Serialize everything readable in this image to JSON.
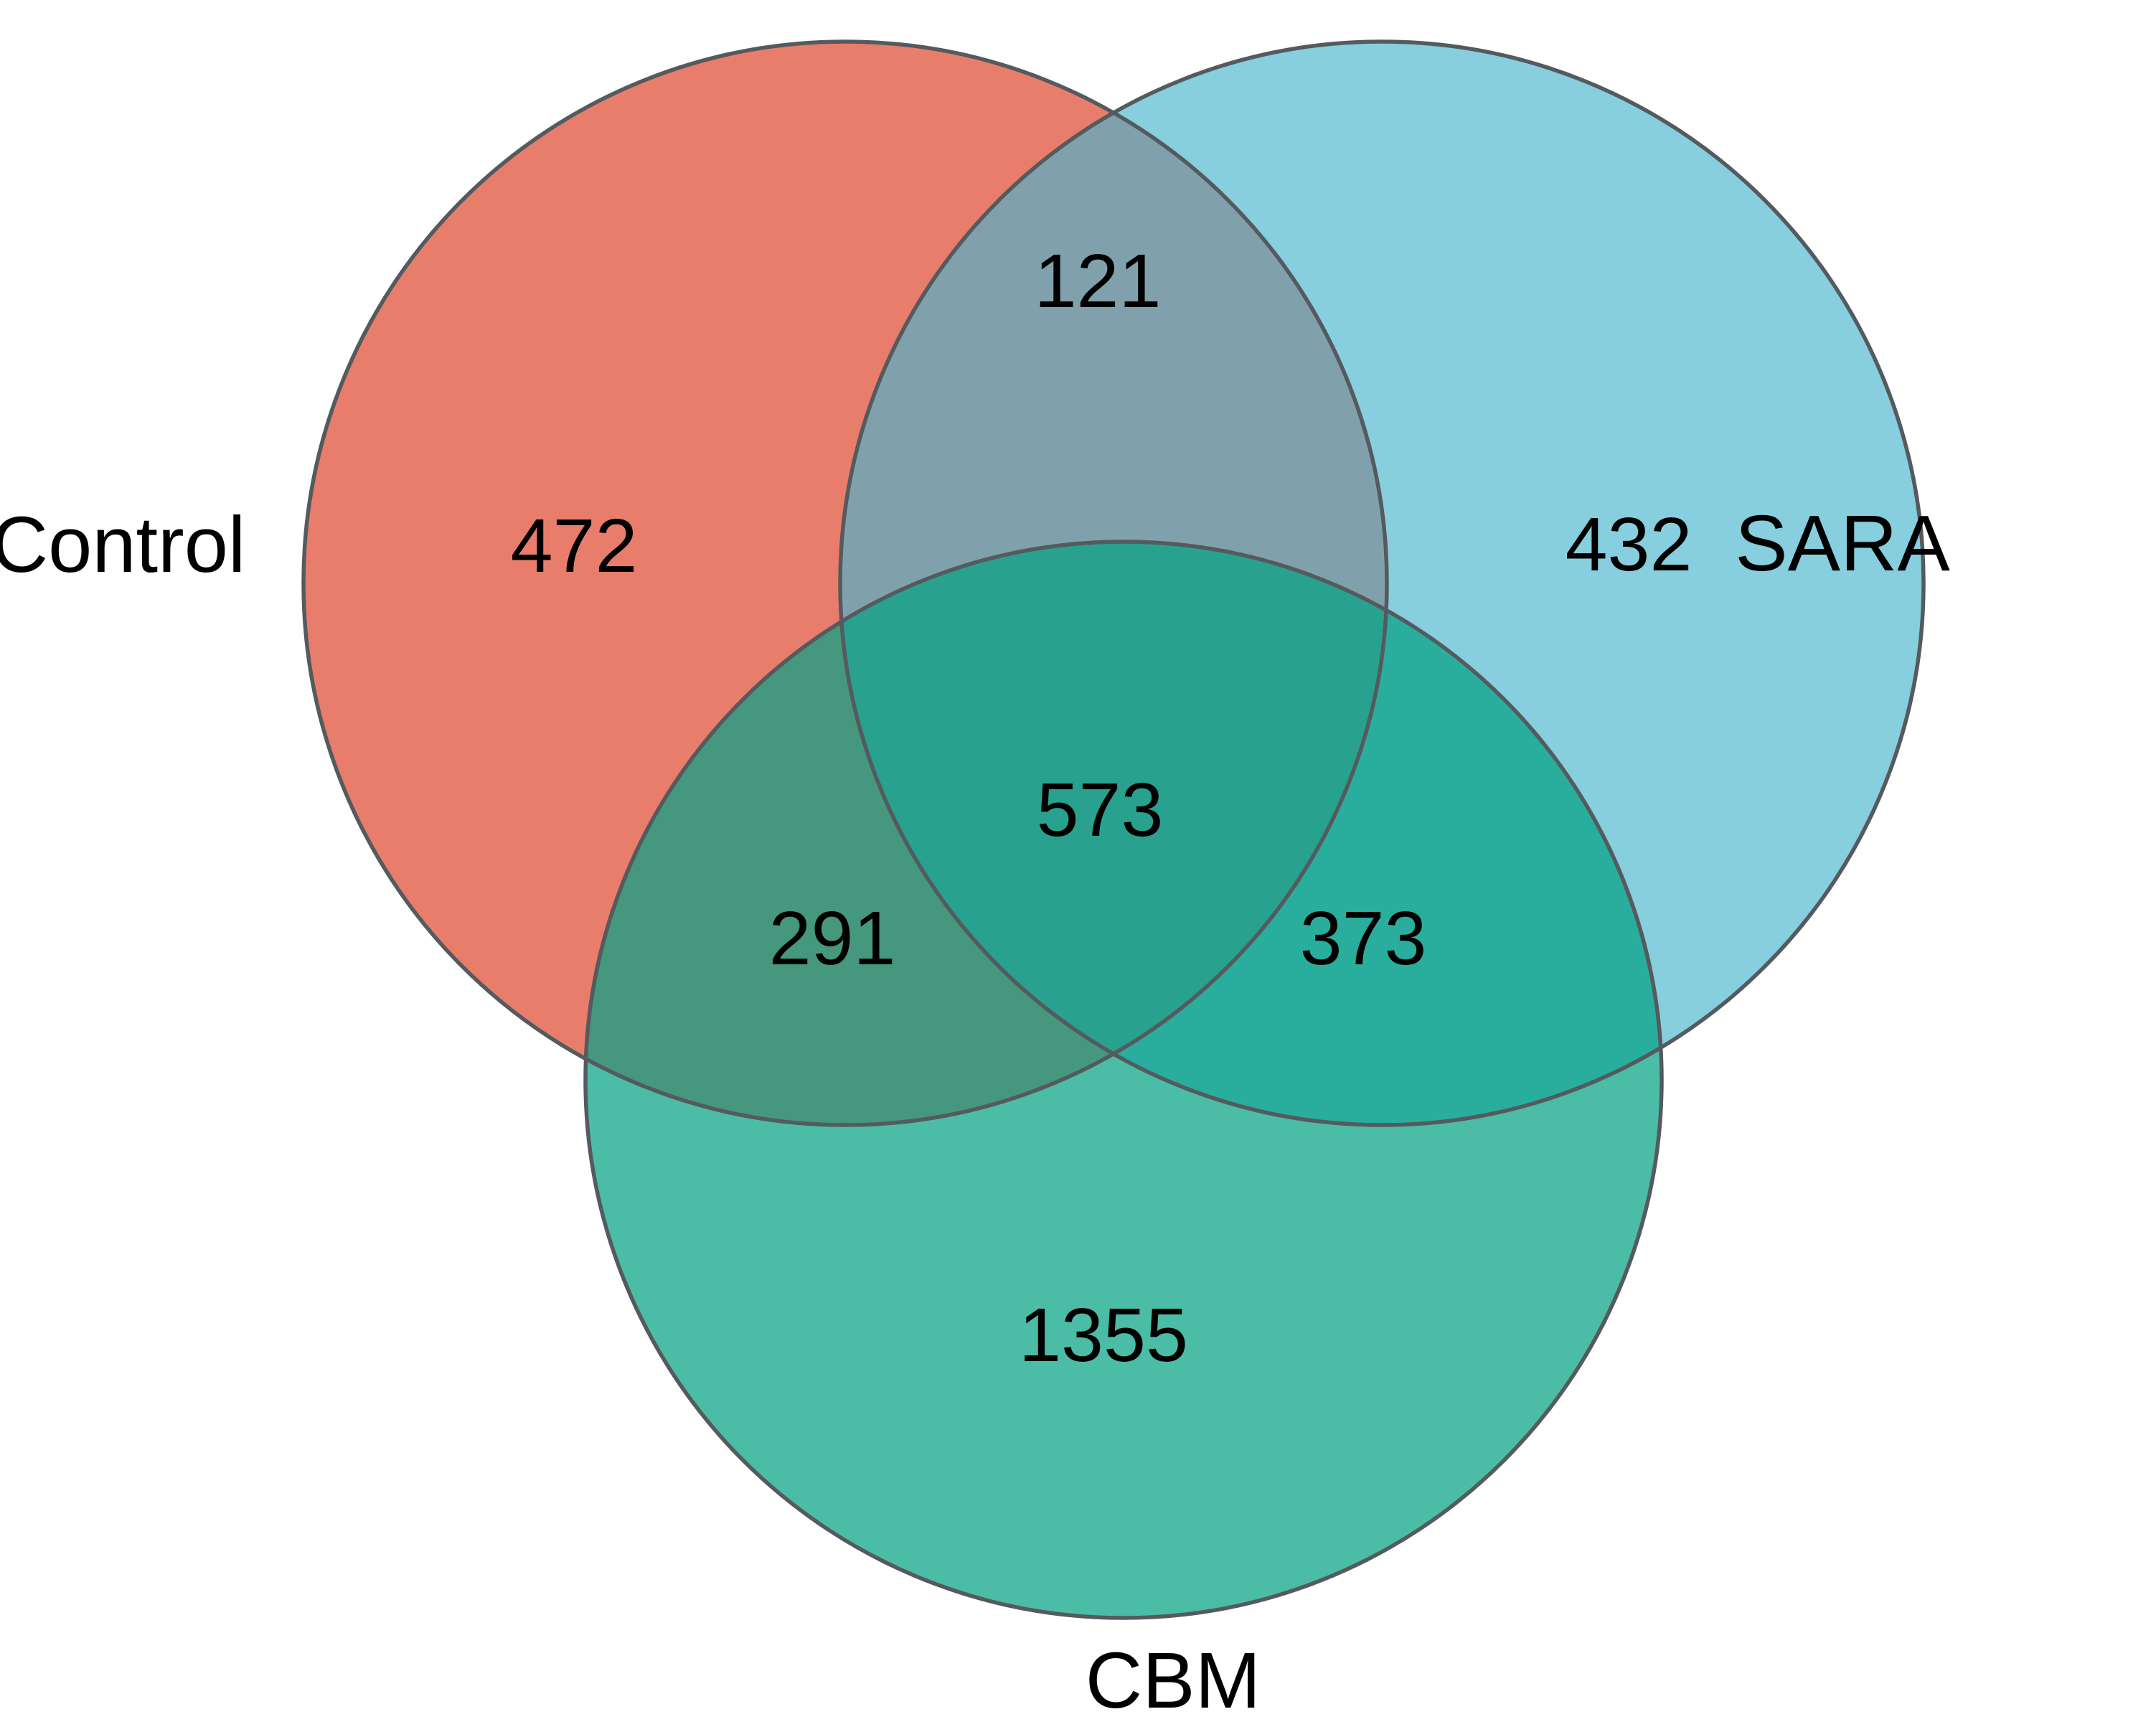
{
  "chart_data": {
    "type": "venn",
    "title": "",
    "sets": [
      "Control",
      "SARA",
      "CBM"
    ],
    "legend_position": "none",
    "background": "#ffffff",
    "regions": [
      {
        "sets": [
          "Control"
        ],
        "value": 472
      },
      {
        "sets": [
          "SARA"
        ],
        "value": 432
      },
      {
        "sets": [
          "CBM"
        ],
        "value": 1355
      },
      {
        "sets": [
          "Control",
          "SARA"
        ],
        "value": 121
      },
      {
        "sets": [
          "Control",
          "CBM"
        ],
        "value": 291
      },
      {
        "sets": [
          "SARA",
          "CBM"
        ],
        "value": 373
      },
      {
        "sets": [
          "Control",
          "SARA",
          "CBM"
        ],
        "value": 573
      }
    ]
  },
  "labels": {
    "control": "Control",
    "sara": "SARA",
    "cbm": "CBM"
  },
  "colors": {
    "control_fill": "#E97D6B",
    "sara_fill": "#49B5CD",
    "cbm_fill": "#06A283",
    "control_rendered": "#E97D6B",
    "sara_rendered": "#87CEDE",
    "cbm_rendered": "#4CBCA6",
    "control_sara_overlap": "#7FA2AD",
    "control_cbm_overlap": "#4E9A89",
    "sara_cbm_overlap": "#2AA99C",
    "triple_overlap": "#28A89A",
    "outline": "#545A5E",
    "text": "#000000",
    "background": "#FFFFFF"
  }
}
